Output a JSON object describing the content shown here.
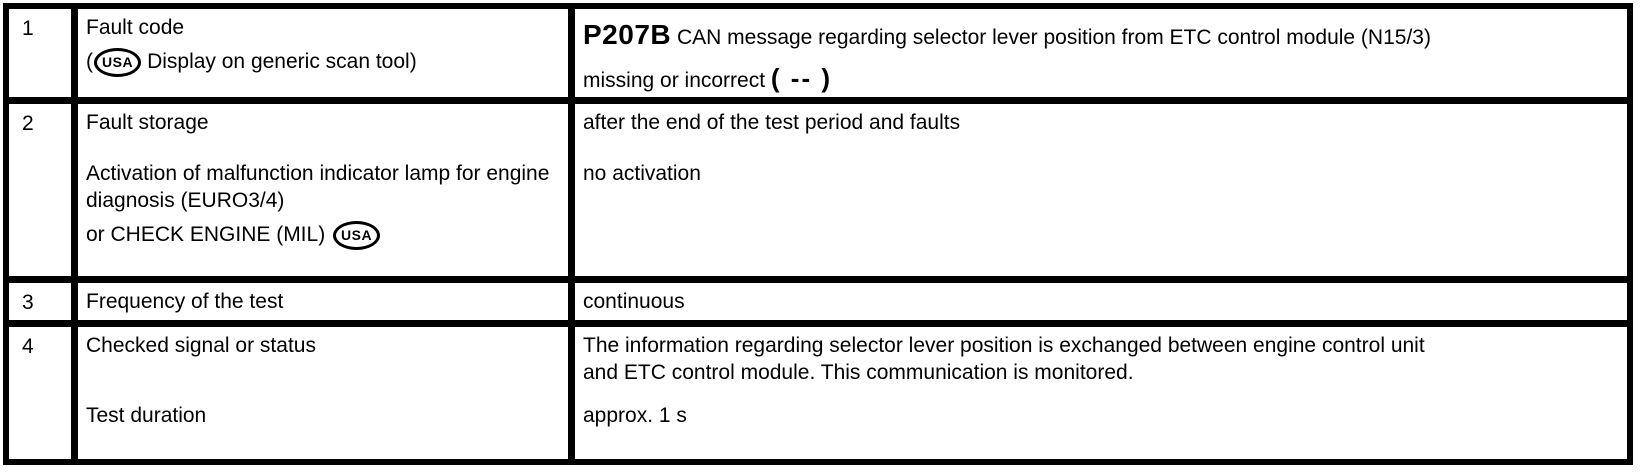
{
  "colors": {
    "border": "#000000",
    "background": "#ffffff",
    "text": "#000000"
  },
  "table": {
    "row1": {
      "num": "1",
      "label_line1": "Fault code",
      "label_line2_open": "(",
      "usa_badge": "USA",
      "label_line2_rest": "Display on generic scan tool)",
      "value_code": "P207B",
      "value_line1_rest": "CAN message regarding selector lever position from ETC control module (N15/3)",
      "value_line2": "missing or incorrect",
      "value_line2_bold": "( -- )"
    },
    "row2": {
      "num": "2",
      "label_p1": "Fault storage",
      "label_p2": "Activation of malfunction indicator lamp for engine diagnosis (EURO3/4)",
      "label_p3": "or CHECK ENGINE (MIL)",
      "usa_badge": "USA",
      "value_p1": "after the end of the test period and faults",
      "value_p2": "no activation"
    },
    "row3": {
      "num": "3",
      "label": "Frequency of the test",
      "value": "continuous"
    },
    "row4": {
      "num": "4",
      "label_p1": "Checked signal or status",
      "label_p2": "Test duration",
      "value_p1_line1": "The information regarding selector lever position is exchanged between engine control unit",
      "value_p1_line2": "and ETC control module. This communication is monitored.",
      "value_p2": "approx. 1 s"
    }
  }
}
